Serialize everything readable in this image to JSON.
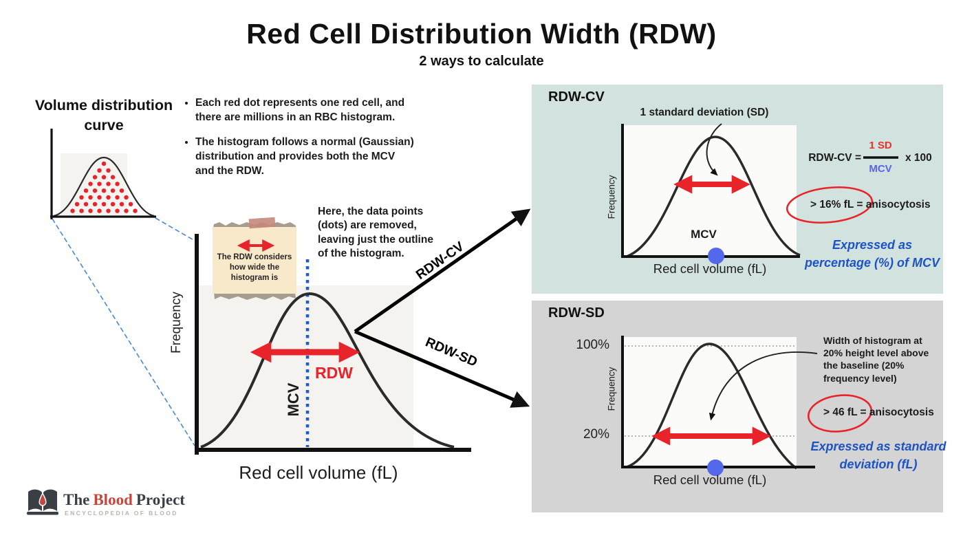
{
  "colors": {
    "red": "#e8232a",
    "blue-dot": "#5468ec",
    "blue-text": "#1d53c6",
    "formula-red": "#f03028",
    "formula-blue": "#5a63f0",
    "panel-cv": "#d2e3df",
    "panel-sd": "#d4d4d4",
    "note-bg": "#f9e9cb",
    "note-torn": "#a79d8f",
    "note-tape": "#c5887c",
    "logo-red": "#c2473f",
    "logo-dark": "#3a3f46",
    "logo-gray": "#b9b3ad"
  },
  "header": {
    "title": "Red Cell Distribution Width (RDW)",
    "subtitle": "2 ways to calculate"
  },
  "intro": {
    "heading": "Volume distribution curve",
    "bullets": [
      "Each red dot represents one red cell, and there are millions in an RBC histogram.",
      "The histogram follows a normal (Gaussian) distribution and provides both the MCV and the RDW."
    ],
    "small_chart": {
      "dot_rows": [
        1,
        2,
        3,
        4,
        5,
        6,
        7,
        8
      ]
    }
  },
  "main_chart": {
    "ylabel": "Frequency",
    "xlabel": "Red cell volume (fL)",
    "mcv_label": "MCV",
    "rdw_label": "RDW",
    "note": "The RDW considers how wide the histogram is",
    "removed_text": "Here, the data points (dots) are removed, leaving just the outline of the histogram."
  },
  "branches": {
    "cv": "RDW-CV",
    "sd": "RDW-SD"
  },
  "cv_panel": {
    "title": "RDW-CV",
    "sd_annotation": "1 standard deviation (SD)",
    "ylabel": "Frequency",
    "xlabel": "Red cell volume (fL)",
    "mcv_label": "MCV",
    "formula": {
      "lhs": "RDW-CV =",
      "numerator": "1 SD",
      "denominator": "MCV",
      "multiplier": "x 100"
    },
    "threshold": "> 16% fL = anisocytosis",
    "expressed": "Expressed as percentage (%) of MCV"
  },
  "sd_panel": {
    "title": "RDW-SD",
    "ylabel": "Frequency",
    "xlabel": "Red cell volume (fL)",
    "tick_100": "100%",
    "tick_20": "20%",
    "annotation": "Width of histogram at 20% height level above the baseline (20% frequency level)",
    "threshold": "> 46 fL = anisocytosis",
    "expressed": "Expressed as standard deviation (fL)"
  },
  "logo": {
    "word_the": "The",
    "word_blood": "Blood",
    "word_project": "Project",
    "tagline": "ENCYCLOPEDIA OF BLOOD"
  }
}
